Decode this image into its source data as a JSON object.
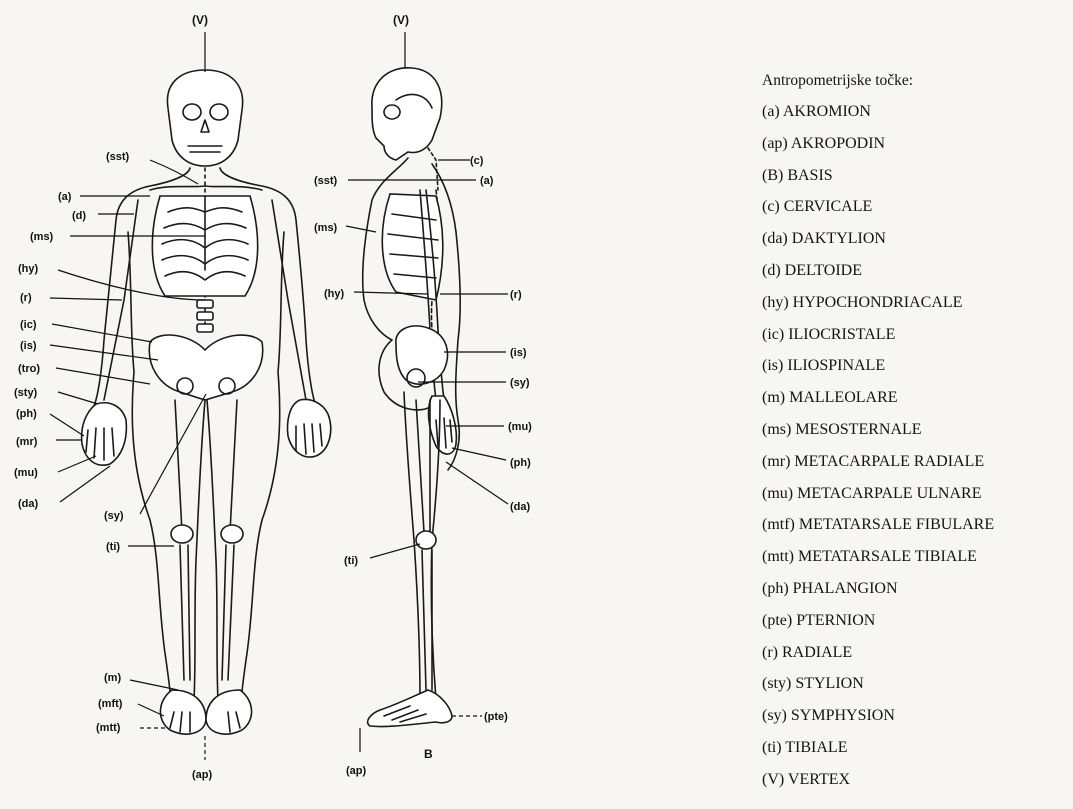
{
  "legend": {
    "title": "Antropometrijske točke:",
    "items": [
      "(a) AKROMION",
      "(ap) AKROPODIN",
      "(B) BASIS",
      "(c) CERVICALE",
      "(da) DAKTYLION",
      "(d) DELTOIDE",
      "(hy) HYPOCHONDRIACALE",
      "(ic) ILIOCRISTALE",
      "(is) ILIOSPINALE",
      "(m) MALLEOLARE",
      "(ms) MESOSTERNALE",
      "(mr) METACARPALE RADIALE",
      "(mu) METACARPALE ULNARE",
      "(mtf) METATARSALE FIBULARE",
      "(mtt) METATARSALE TIBIALE",
      "(ph) PHALANGION",
      "(pte) PTERNION",
      "(r) RADIALE",
      "(sty) STYLION",
      "(sy) SYMPHYSION",
      "(ti) TIBIALE",
      "(V) VERTEX"
    ]
  },
  "front_labels": {
    "v": "(V)",
    "sst": "(sst)",
    "a": "(a)",
    "d": "(d)",
    "ms": "(ms)",
    "hy": "(hy)",
    "r": "(r)",
    "ic": "(ic)",
    "is": "(is)",
    "tro": "(tro)",
    "sty": "(sty)",
    "ph": "(ph)",
    "mr": "(mr)",
    "mu": "(mu)",
    "da": "(da)",
    "sy": "(sy)",
    "ti": "(ti)",
    "m": "(m)",
    "mft": "(mft)",
    "mtt": "(mtt)",
    "ap": "(ap)"
  },
  "side_labels": {
    "v": "(V)",
    "c": "(c)",
    "sst": "(sst)",
    "a": "(a)",
    "ms": "(ms)",
    "hy": "(hy)",
    "r": "(r)",
    "is": "(is)",
    "sy": "(sy)",
    "mu": "(mu)",
    "ph": "(ph)",
    "da": "(da)",
    "ti": "(ti)",
    "pte": "(pte)",
    "ap": "(ap)",
    "b": "B"
  }
}
